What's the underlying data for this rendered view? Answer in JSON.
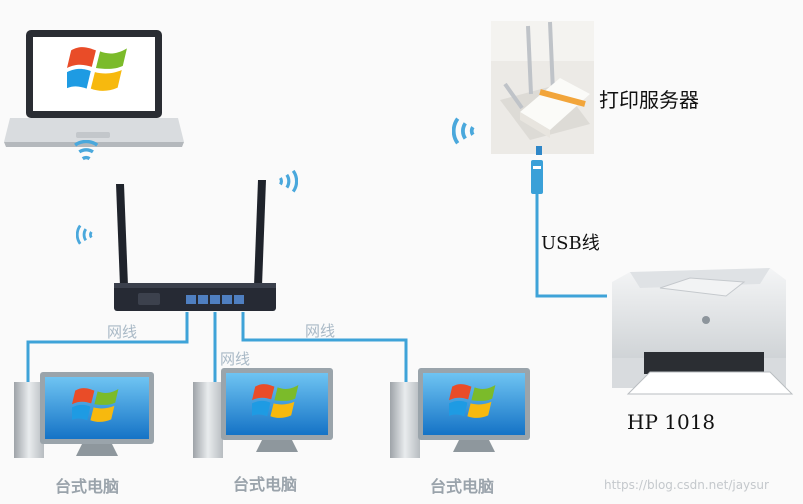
{
  "nodes": {
    "print_server": "打印服务器",
    "printer": "HP  1018",
    "desktop": "台式电脑"
  },
  "links": {
    "network_cable": "网线",
    "usb_cable": "USB线"
  },
  "watermark": "https://blog.csdn.net/jaysur",
  "colors": {
    "cable": "#3ea3d8",
    "wifi": "#4aa8dc",
    "router": "#262a34",
    "router_ports": "#4f7fc0",
    "windows_red": "#e94c28",
    "windows_green": "#7bbb2a",
    "windows_blue": "#1e9be3",
    "windows_yellow": "#f7b90e"
  },
  "icons": [
    "laptop-icon",
    "router-icon",
    "desktop-icon",
    "printer-icon",
    "print-server-icon",
    "wifi-signal-icon",
    "windows-logo-icon"
  ]
}
